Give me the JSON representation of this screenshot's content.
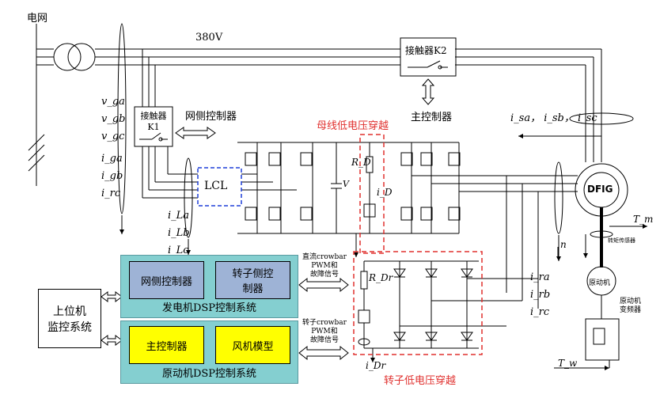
{
  "grid": "电网",
  "voltage": "380V",
  "contactor_k2": "接触器K2",
  "contactor_k1": {
    "line1": "接触器",
    "line2": "K1"
  },
  "grid_side_controller_label": "网侧控制器",
  "main_controller_label": "主控制器",
  "dc_bus_lvrt": "母线低电压穿越",
  "rotor_lvrt": "转子低电压穿越",
  "voltages": [
    "v_ga",
    "v_gb",
    "v_gc"
  ],
  "currents_grid": [
    "i_ga",
    "i_gb",
    "i_rc"
  ],
  "currents_l": [
    "i_La",
    "i_Lb",
    "i_Lc"
  ],
  "stator_currents": "i_sa， i_sb， i_sc",
  "rotor_currents": [
    "i_ra",
    "i_rb",
    "i_rc"
  ],
  "lcl": "LCL",
  "vdc": "V",
  "rd": "R_D",
  "id": "i_D",
  "rdr": "R_Dr",
  "idr": "i_Dr",
  "dfig": "DFIG",
  "tm": "T_m",
  "tw": "T_w",
  "n": "n",
  "torque_sensor": "转矩传感器",
  "prime_mover": "原动机",
  "prime_mover_inverter": {
    "line1": "原动机",
    "line2": "变频器"
  },
  "host_pc": {
    "line1": "上位机",
    "line2": "监控系统"
  },
  "gen_dsp": {
    "title": "发电机DSP控制系统",
    "left": "网侧控制器",
    "right": {
      "line1": "转子侧控",
      "line2": "制器"
    }
  },
  "prime_dsp": {
    "title": "原动机DSP控制系统",
    "left": "主控制器",
    "right": "风机模型"
  },
  "signal_dc": {
    "line1": "直流crowbar",
    "line2": "PWM和",
    "line3": "故障信号"
  },
  "signal_rotor": {
    "line1": "转子crowbar",
    "line2": "PWM和",
    "line3": "故障信号"
  },
  "colors": {
    "dsp_bg": "#84cfd0",
    "inner_blue": "#9eb3d6",
    "inner_yellow": "#ffff00",
    "red": "#e0312f",
    "lcl_border": "#1f3fd8"
  }
}
